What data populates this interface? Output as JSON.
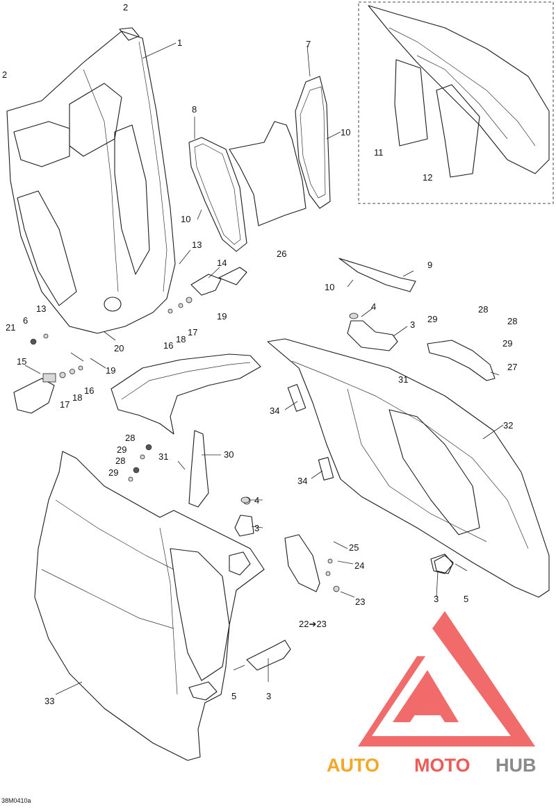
{
  "diagram": {
    "drawing_code": "38M0410a",
    "callouts": {
      "c1": "1",
      "c2a": "2",
      "c2b": "2",
      "c3a": "3",
      "c3b": "3",
      "c3c": "3",
      "c3d": "3",
      "c4a": "4",
      "c4b": "4",
      "c5a": "5",
      "c5b": "5",
      "c6": "6",
      "c7": "7",
      "c8": "8",
      "c9": "9",
      "c10a": "10",
      "c10b": "10",
      "c10c": "10",
      "c11": "11",
      "c12": "12",
      "c13a": "13",
      "c13b": "13",
      "c14": "14",
      "c15": "15",
      "c16a": "16",
      "c16b": "16",
      "c17a": "17",
      "c17b": "17",
      "c18a": "18",
      "c18b": "18",
      "c19a": "19",
      "c19b": "19",
      "c20": "20",
      "c21": "21",
      "c22": "22➔23",
      "c23": "23",
      "c24": "24",
      "c25": "25",
      "c26": "26",
      "c27": "27",
      "c28a": "28",
      "c28b": "28",
      "c28c": "28",
      "c28d": "28",
      "c29a": "29",
      "c29b": "29",
      "c29c": "29",
      "c29d": "29",
      "c30": "30",
      "c31a": "31",
      "c31b": "31",
      "c32": "32",
      "c33": "33",
      "c34a": "34",
      "c34b": "34"
    }
  },
  "watermark": {
    "part1": "AUTO",
    "part2": "MOTO",
    "part3": "HUB"
  }
}
